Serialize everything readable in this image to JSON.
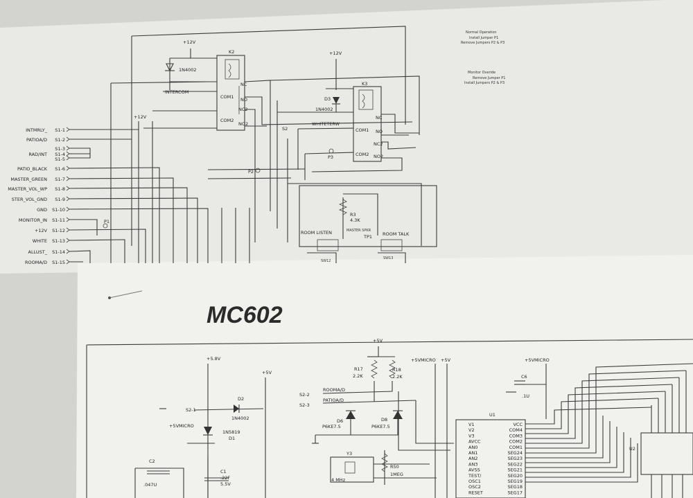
{
  "top_sheet": {
    "connector_pins": [
      {
        "name": "INTMRLY_",
        "pin": "S1-1"
      },
      {
        "name": "PATIOA/D",
        "pin": "S1-2"
      },
      {
        "name": "",
        "pin": "S1-3"
      },
      {
        "name": "RAD/INT",
        "pin": "S1-4"
      },
      {
        "name": "",
        "pin": "S1-5"
      },
      {
        "name": "PATIO_BLACK",
        "pin": "S1-6"
      },
      {
        "name": "MASTER_GREEN",
        "pin": "S1-7"
      },
      {
        "name": "MASTER_VOL_WP",
        "pin": "S1-8"
      },
      {
        "name": "STER_VOL_GND",
        "pin": "S1-9"
      },
      {
        "name": "GND",
        "pin": "S1-10"
      },
      {
        "name": "MONITOR_IN",
        "pin": "S1-11"
      },
      {
        "name": "+12V",
        "pin": "S1-12"
      },
      {
        "name": "WHITE",
        "pin": "S1-13"
      },
      {
        "name": "ALLUST_",
        "pin": "S1-14"
      },
      {
        "name": "ROOMA/D",
        "pin": "S1-15"
      }
    ],
    "labels": {
      "v12_a": "+12V",
      "v12_b": "+12V",
      "v12_c": "+12V",
      "k2": "K2",
      "k3": "K3",
      "d_top": "1N4002",
      "d3": "D3",
      "d3_part": "1N4002",
      "intercom": "INTERCOM",
      "whiteterw": "WHITETERW",
      "nc": "NC",
      "no": "NO",
      "com1": "COM1",
      "com2": "COM2",
      "nc2": "NC2",
      "no2": "NO2",
      "s2": "S2",
      "p2": "P2",
      "p3": "P3",
      "p1": "P1",
      "r3": "R3",
      "r3_val": "4.3K",
      "room_listen": "ROOM LISTEN",
      "room_talk": "ROOM TALK",
      "master_spkr": "MASTER SPKR",
      "tp1": "TP1",
      "sw12": "SW12",
      "sw13": "SW13"
    },
    "notes": {
      "normal_title": "Normal Operation",
      "normal_1": "Install Jumper P1",
      "normal_2": "Remove Jumpers P2 & P3",
      "override_title": "Monitor Overide",
      "override_1": "Remove Jumper P1",
      "override_2": "Install Jumpers P2 & P3"
    }
  },
  "bottom_sheet": {
    "title": "MC602",
    "labels": {
      "v58": "+5.8V",
      "v5_a": "+5V",
      "v5_b": "+5V",
      "v5_c": "+5V",
      "v5micro_a": "+5VMICRO",
      "v5micro_b": "+5VMICRO",
      "v5micro_c": "+5VMICRO",
      "s2_1": "S2-1",
      "s2_2": "S2-2",
      "s2_3": "S2-3",
      "rooma": "ROOMA/D",
      "patioa": "PATIOA/D",
      "d2": "D2",
      "d2_part": "1N4002",
      "d1": "D1",
      "d1_part": "1N5819",
      "r17": "R17",
      "r17_val": "2.2K",
      "r18": "R18",
      "r18_val": "2.2K",
      "d6": "D6",
      "d6_part": "P6KE7.5",
      "d8": "D8",
      "d8_part": "P6KE7.5",
      "c2": "C2",
      "c2_val": ".047U",
      "c1": "C1",
      "c1_val": ".22F",
      "c1_v": "5.5V",
      "c6": "C6",
      "c6_val": ".1U",
      "y3": "Y3",
      "y3_freq": "4 MHz",
      "r50": "R50",
      "r50_val": "1MEG",
      "u1": "U1",
      "u2": "U2"
    },
    "u1_left_pins": [
      "V1",
      "V2",
      "V3",
      "AVCC",
      "AN0",
      "AN1",
      "AN2",
      "AN3",
      "AVSS",
      "TEST/",
      "OSC1",
      "OSC2",
      "RESET"
    ],
    "u1_right_pins": [
      "VCC",
      "COM4",
      "COM3",
      "COM2",
      "COM1",
      "SEG24",
      "SEG23",
      "SEG22",
      "SEG21",
      "SEG20",
      "SEG19",
      "SEG18",
      "SEG17"
    ]
  }
}
